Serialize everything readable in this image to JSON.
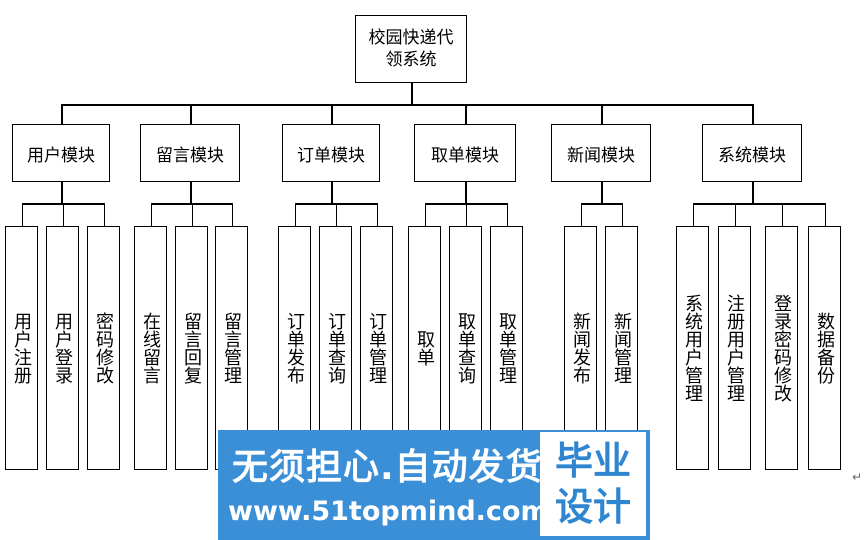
{
  "root": {
    "line1": "校园快递代",
    "line2": "领系统"
  },
  "modules": [
    {
      "label": "用户模块",
      "children": [
        "用户注册",
        "用户登录",
        "密码修改"
      ]
    },
    {
      "label": "留言模块",
      "children": [
        "在线留言",
        "留言回复",
        "留言管理"
      ]
    },
    {
      "label": "订单模块",
      "children": [
        "订单发布",
        "订单查询",
        "订单管理"
      ]
    },
    {
      "label": "取单模块",
      "children": [
        "取单",
        "取单查询",
        "取单管理"
      ]
    },
    {
      "label": "新闻模块",
      "children": [
        "新闻发布",
        "新闻管理"
      ]
    },
    {
      "label": "系统模块",
      "children": [
        "系统用户管理",
        "注册用户管理",
        "登录密码修改",
        "数据备份"
      ]
    }
  ],
  "watermark": {
    "slogan": "无须担心.自动发货",
    "url": "www.51topmind.com",
    "badge_line1": "毕业",
    "badge_line2": "设计",
    "background": "#3a8fd6"
  },
  "return_mark": "↵"
}
